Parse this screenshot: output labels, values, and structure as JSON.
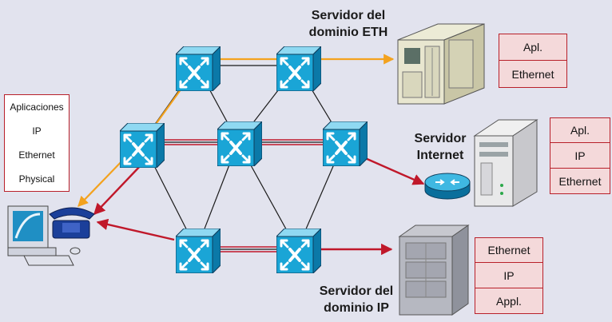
{
  "client_stack": [
    "Aplicaciones",
    "IP",
    "Ethernet",
    "Physical"
  ],
  "eth_server": {
    "label_line1": "Servidor del",
    "label_line2": "dominio ETH",
    "stack": [
      "Apl.",
      "Ethernet"
    ]
  },
  "internet_server": {
    "label_line1": "Servidor",
    "label_line2": "Internet",
    "stack": [
      "Apl.",
      "IP",
      "Ethernet"
    ]
  },
  "ip_server": {
    "label_line1": "Servidor del",
    "label_line2": "dominio IP",
    "stack": [
      "Ethernet",
      "IP",
      "Appl."
    ]
  },
  "colors": {
    "background": "#e2e3ee",
    "switch": "#1aa5d6",
    "red_link": "#c0182a",
    "orange_link": "#f3a21e",
    "stack_fill": "#f4d9da"
  },
  "icons": [
    "switch-icon",
    "router-icon",
    "telephone-icon",
    "computer-icon",
    "server-icon"
  ]
}
